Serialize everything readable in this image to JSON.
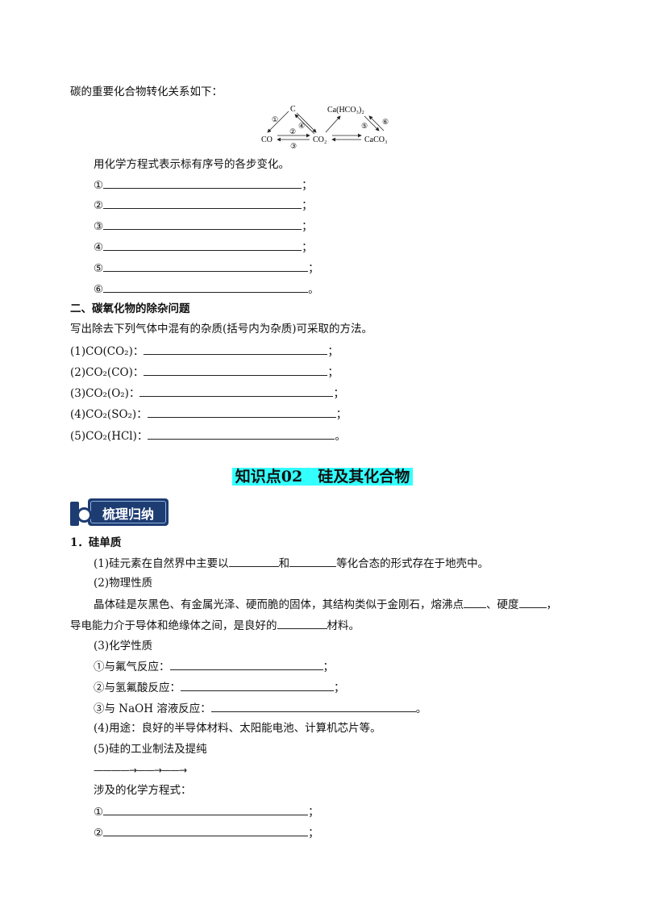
{
  "intro": "碳的重要化合物转化关系如下：",
  "diagram": {
    "c": "C",
    "co": "CO",
    "co2": "CO₂",
    "cahco3": "Ca(HCO₃)₂",
    "caco3": "CaCO₃",
    "n1": "①",
    "n2": "②",
    "n3": "③",
    "n4": "④",
    "n5": "⑤",
    "n6": "⑥"
  },
  "instruction": "用化学方程式表示标有序号的各步变化。",
  "carbon_items": [
    {
      "num": "①",
      "end": "；"
    },
    {
      "num": "②",
      "end": "；"
    },
    {
      "num": "③",
      "end": "；"
    },
    {
      "num": "④",
      "end": "；"
    },
    {
      "num": "⑤",
      "end": "；"
    },
    {
      "num": "⑥",
      "end": "。"
    }
  ],
  "section2_title": "二、碳氧化物的除杂问题",
  "section2_prompt": "写出除去下列气体中混有的杂质(括号内为杂质)可采取的方法。",
  "impurity_items": [
    {
      "label": "(1)CO(CO₂)：",
      "end": "；"
    },
    {
      "label": "(2)CO₂(CO)：",
      "end": "；"
    },
    {
      "label": "(3)CO₂(O₂)：",
      "end": "；"
    },
    {
      "label": "(4)CO₂(SO₂)：",
      "end": "；"
    },
    {
      "label": "(5)CO₂(HCl)：",
      "end": "。"
    }
  ],
  "knowledge_heading": "知识点02　硅及其化合物",
  "badge": "梳理归纳",
  "silicon": {
    "title": "1．硅单质",
    "p1_a": "(1)硅元素在自然界中主要以",
    "p1_b": "和",
    "p1_c": "等化合态的形式存在于地壳中。",
    "p2": "(2)物理性质",
    "p3_a": "晶体硅是灰黑色、有金属光泽、硬而脆的固体，其结构类似于金刚石，熔沸点",
    "p3_b": "、硬度",
    "p3_c": "，",
    "p4_a": "导电能力介于导体和绝缘体之间，是良好的",
    "p4_b": "材料。",
    "p5": "(3)化学性质",
    "r1": "①与氟气反应：",
    "r2": "②与氢氟酸反应：",
    "r3": "③与 NaOH 溶液反应：",
    "p6": "(4)用途：良好的半导体材料、太阳能电池、计算机芯片等。",
    "p7": "(5)硅的工业制法及提纯",
    "flow": "————→——→——→",
    "p8": "涉及的化学方程式：",
    "eq1": "①",
    "eq2": "②",
    "semicolon": "；",
    "period": "。"
  }
}
